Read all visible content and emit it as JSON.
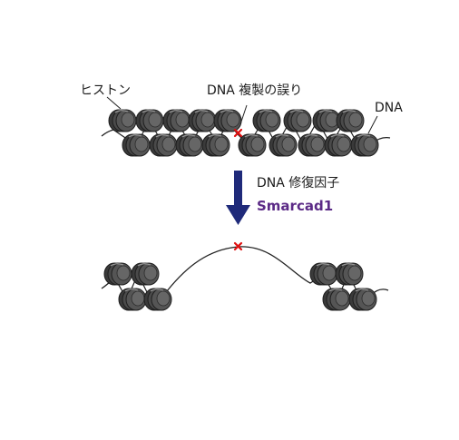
{
  "labels": {
    "histone": "ヒストン",
    "replication_error": "DNA 複製の誤り",
    "dna": "DNA",
    "repair_factor": "DNA 修復因子",
    "protein": "Smarcad1"
  },
  "colors": {
    "nucleosome_fill": "#505050",
    "nucleosome_rim": "#2a2a2a",
    "nucleosome_highlight": "#8a8a8a",
    "dna_strand": "#222222",
    "error_mark": "#e01010",
    "arrow": "#1f2a7a",
    "protein_text": "#5b2a86"
  }
}
